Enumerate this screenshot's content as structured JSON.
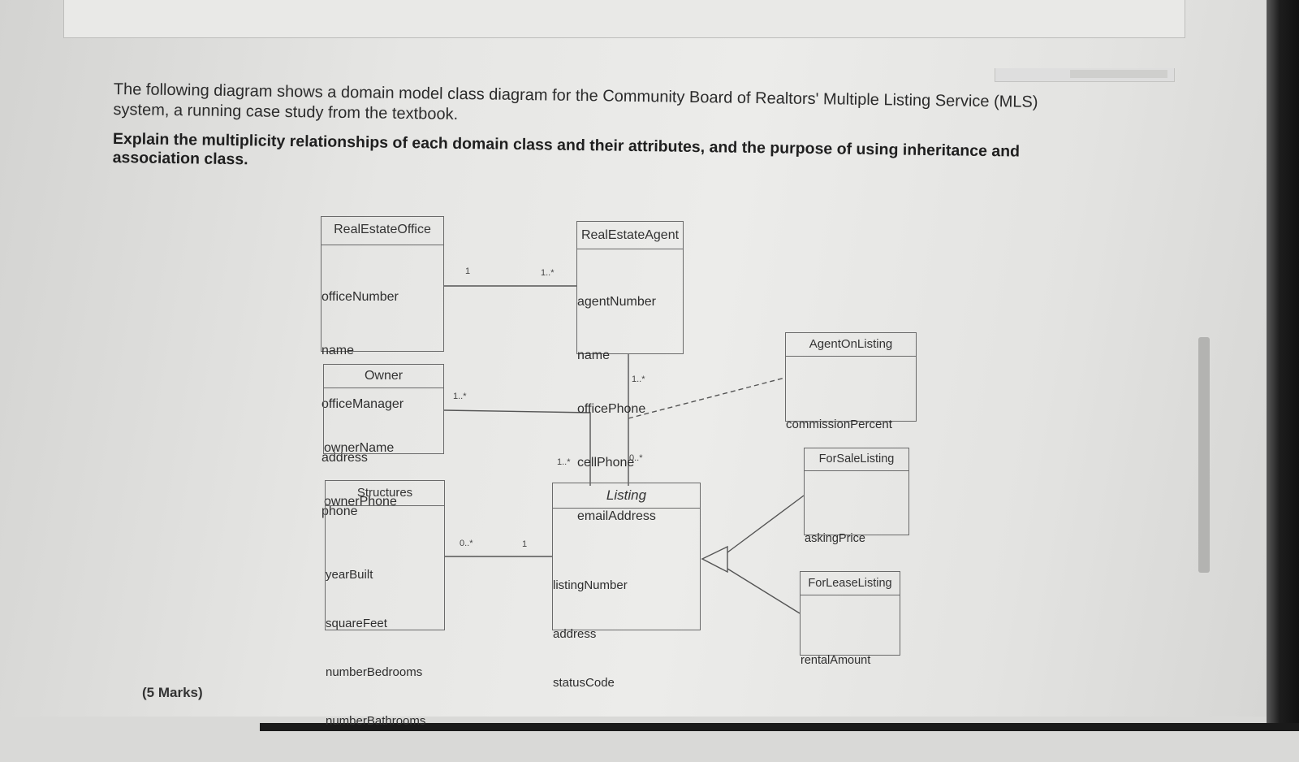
{
  "question": {
    "intro": "The following diagram shows a domain model class diagram for the Community Board of Realtors' Multiple Listing Service (MLS) system, a running case study from the textbook.",
    "task": "Explain the multiplicity relationships of each domain class and their attributes, and the purpose of using inheritance and association class.",
    "marks": "(5 Marks)"
  },
  "diagram": {
    "classes": {
      "real_estate_office": {
        "name": "RealEstateOffice",
        "attributes": [
          "officeNumber",
          "name",
          "officeManager",
          "address",
          "phone"
        ]
      },
      "real_estate_agent": {
        "name": "RealEstateAgent",
        "attributes": [
          "agentNumber",
          "name",
          "officePhone",
          "cellPhone",
          "emailAddress"
        ]
      },
      "agent_on_listing": {
        "name": "AgentOnListing",
        "attributes": [
          "commissionPercent"
        ]
      },
      "owner": {
        "name": "Owner",
        "attributes": [
          "ownerName",
          "ownerPhone"
        ]
      },
      "structures": {
        "name": "Structures",
        "attributes": [
          "yearBuilt",
          "squareFeet",
          "numberBedrooms",
          "numberBathrooms"
        ]
      },
      "listing": {
        "name": "Listing",
        "attributes": [
          "listingNumber",
          "address",
          "statusCode"
        ]
      },
      "for_sale_listing": {
        "name": "ForSaleListing",
        "attributes": [
          "askingPrice"
        ]
      },
      "for_lease_listing": {
        "name": "ForLeaseListing",
        "attributes": [
          "rentalAmount"
        ]
      }
    },
    "multiplicities": {
      "office_agent_office_end": "1",
      "office_agent_agent_end": "1..*",
      "owner_listing_owner_end": "1..*",
      "owner_listing_listing_end": "1..*",
      "agent_listing_agent_end": "1..*",
      "agent_listing_listing_end": "0..*",
      "structures_listing_structures_end": "0..*",
      "structures_listing_listing_end": "1"
    }
  }
}
